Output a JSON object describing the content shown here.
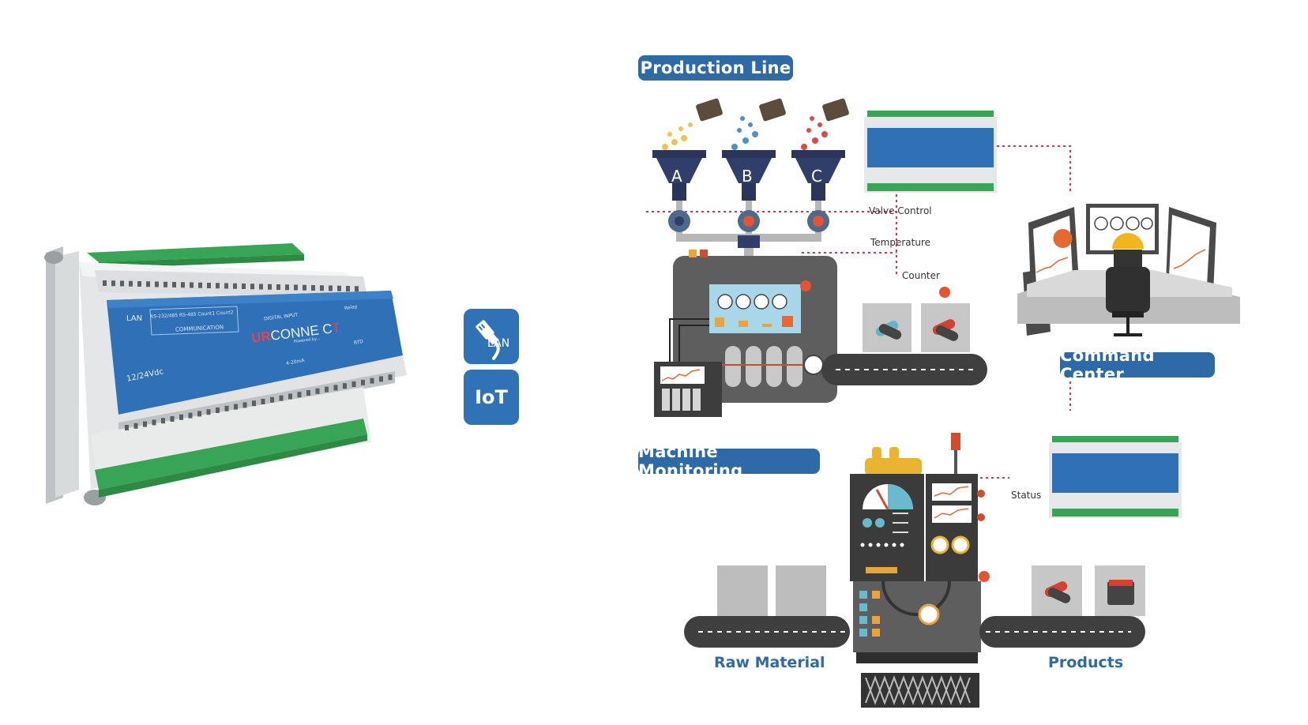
{
  "device": {
    "port_label": "LAN",
    "power_label": "12/24Vdc",
    "comm_header": "RS-232/485  RS-485  Count1  Count2",
    "comm_label": "COMMUNICATION",
    "brand_prefix": "UR",
    "brand_main": "CONNE C",
    "brand_suffix": "T",
    "brand_sub": "Powered by...",
    "digital_input": "DIGITAL INPUT",
    "relay": "Relay",
    "analog": "4-20mA",
    "rtd": "RTD"
  },
  "badges": {
    "lan": "LAN",
    "iot": "IoT"
  },
  "diagram": {
    "production_line": "Production Line",
    "machine_monitoring": "Machine Monitoring",
    "command_center": "Command Center",
    "hopper_a": "A",
    "hopper_b": "B",
    "hopper_c": "C",
    "valve_control": "Valve Control",
    "temperature": "Temperature",
    "counter": "Counter",
    "status": "Status",
    "raw_material": "Raw Material",
    "products": "Products"
  },
  "colors": {
    "accent_blue": "#2e6ba6",
    "dotted_red": "#d9334f",
    "machine_gray": "#5e5e5e",
    "belt_dark": "#3f3f3f",
    "device_blue": "#2f70b7",
    "device_green": "#3aa657"
  }
}
